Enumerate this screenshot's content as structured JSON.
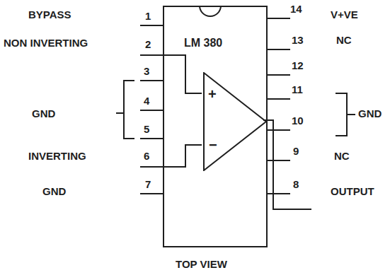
{
  "diagram": {
    "nodes": [
      {
        "text": [
          "LM 380"
        ]
      },
      {
        "text": [
          "+",
          "−"
        ],
        "in": 0
      }
    ],
    "labels": [
      "BYPASS",
      "1",
      "NON INVERTING",
      "2",
      "3",
      "GND",
      "4",
      "5",
      "INVERTING",
      "6",
      "GND",
      "7",
      "14",
      "V+VE",
      "13",
      "NC",
      "12",
      "11",
      "GND",
      "10",
      "9",
      "NC",
      "8",
      "OUTPUT",
      "TOP VIEW"
    ]
  }
}
